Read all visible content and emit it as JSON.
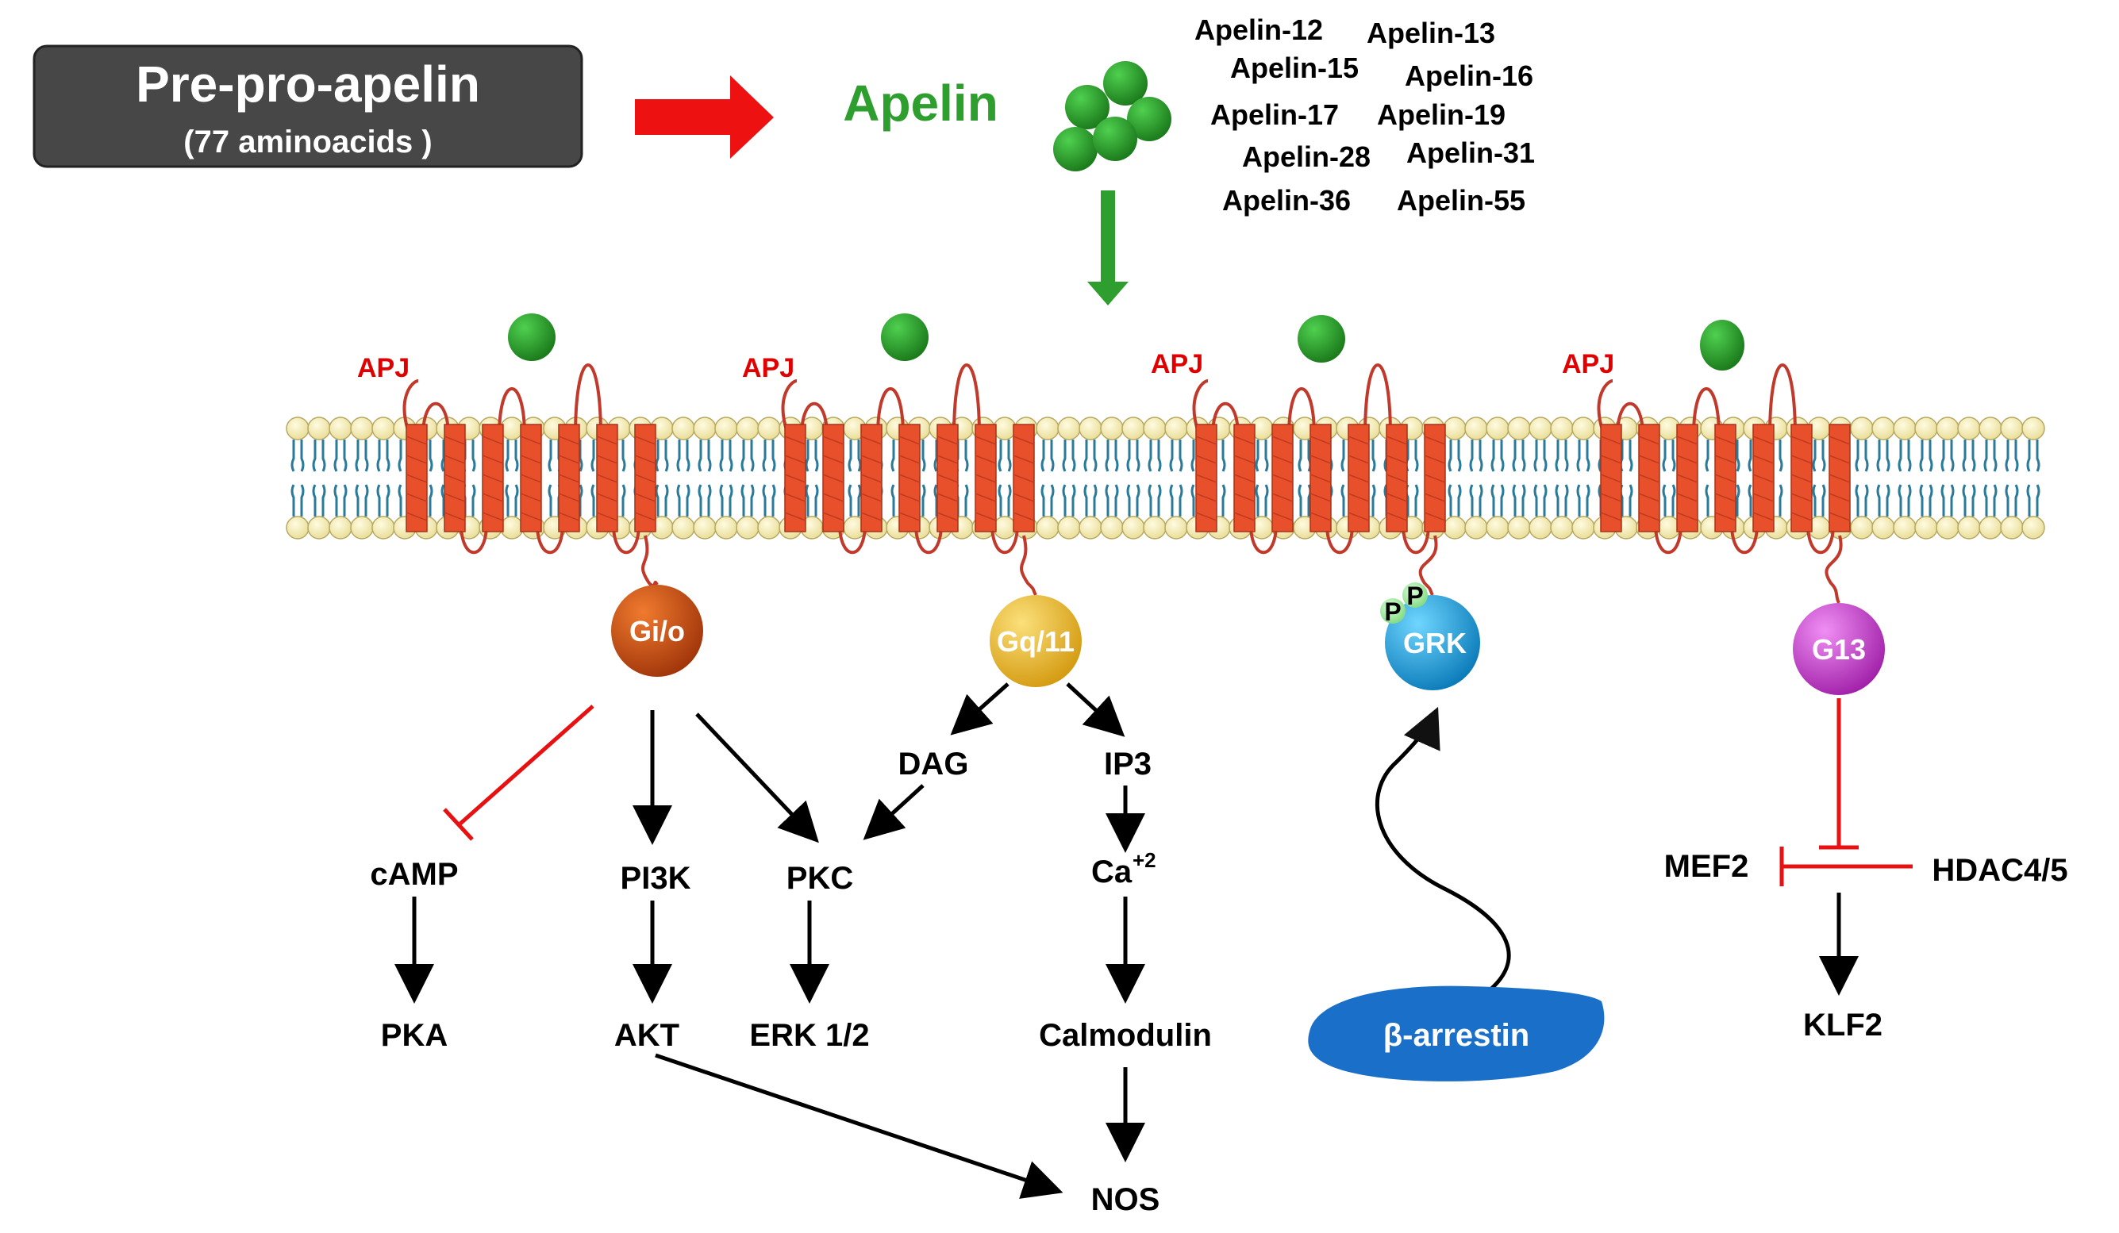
{
  "precursor": {
    "title": "Pre-pro-apelin",
    "subtitle": "(77 aminoacids )"
  },
  "peptide_label": "Apelin",
  "isoforms": [
    "Apelin-12",
    "Apelin-13",
    "Apelin-15",
    "Apelin-16",
    "Apelin-17",
    "Apelin-19",
    "Apelin-28",
    "Apelin-31",
    "Apelin-36",
    "Apelin-55"
  ],
  "receptor_label": "APJ",
  "g_proteins": {
    "gio": "Gi/o",
    "gq": "Gq/11",
    "grk": "GRK",
    "g13": "G13",
    "phospho": "P"
  },
  "nodes": {
    "camp": "cAMP",
    "pka": "PKA",
    "pi3k": "PI3K",
    "akt": "AKT",
    "pkc": "PKC",
    "erk": "ERK 1/2",
    "dag": "DAG",
    "ip3": "IP3",
    "ca": "Ca",
    "ca_sup": "+2",
    "calmodulin": "Calmodulin",
    "nos": "NOS",
    "arrestin": "β-arrestin",
    "mef2": "MEF2",
    "hdac": "HDAC4/5",
    "klf2": "KLF2"
  },
  "colors": {
    "precursor_box": "#474747",
    "apelin_green": "#2e9e2e",
    "inhibit_red": "#e81010",
    "receptor_red": "#e8502c",
    "lipid_head": "#f7efb5",
    "lipid_tail": "#2a7a9a",
    "gio": "#c2470d",
    "gq": "#e8b62c",
    "grk": "#1aa0d8",
    "g13": "#c040c8",
    "arrestin": "#1a6fc8"
  }
}
